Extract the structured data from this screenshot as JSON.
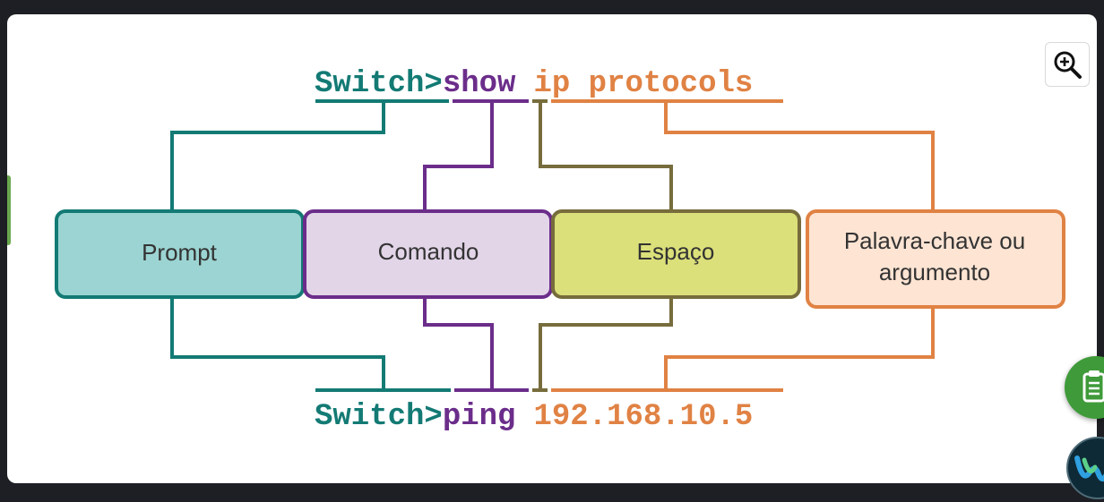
{
  "command_top": {
    "prompt": "Switch>",
    "command": "show",
    "argument": "ip protocols"
  },
  "command_bottom": {
    "prompt": "Switch>",
    "command": "ping",
    "argument": "192.168.10.5"
  },
  "boxes": {
    "prompt": "Prompt",
    "command": "Comando",
    "space": "Espaço",
    "keyword_line1": "Palavra-chave ou",
    "keyword_line2": "argumento"
  },
  "colors": {
    "prompt": "#137a74",
    "command": "#6b2d8a",
    "space": "#776c3c",
    "argument": "#e08244",
    "prompt_fill": "#9bd4d2",
    "command_fill": "#e2d5e8",
    "space_fill": "#dbe07a",
    "argument_fill": "#fde4d3"
  },
  "icons": [
    "zoom-in-icon",
    "clipboard-icon",
    "webex-icon"
  ]
}
